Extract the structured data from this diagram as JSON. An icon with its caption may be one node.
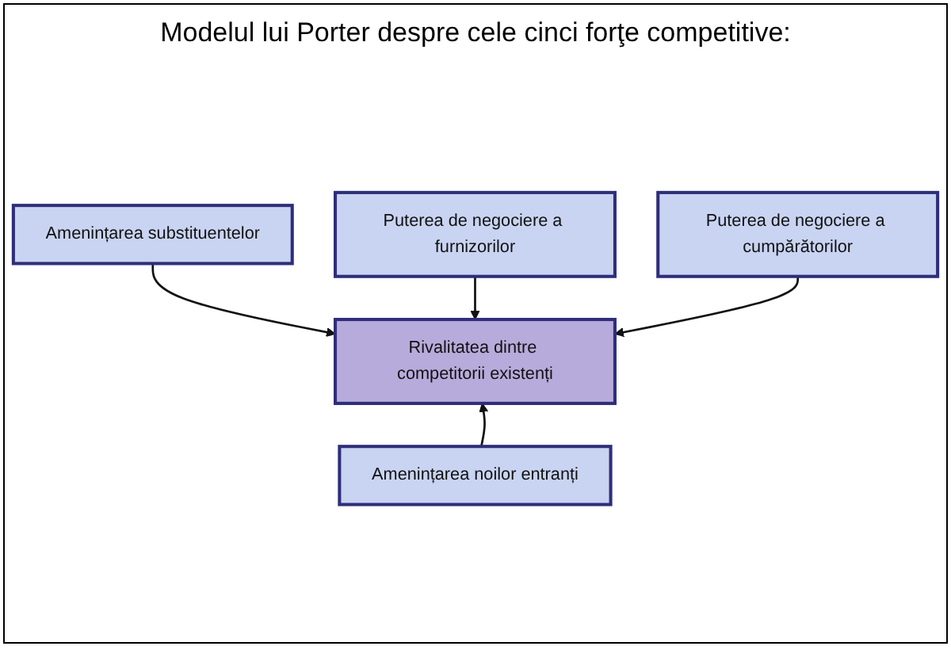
{
  "diagram": {
    "title": "Modelul lui Porter despre cele cinci forţe competitive:",
    "nodes": [
      {
        "text": [
          "Amenințarea substituentelor"
        ]
      },
      {
        "text": [
          "Puterea de negociere a furnizorilor"
        ]
      },
      {
        "text": [
          "Rivalitatea dintre competitorii existenți"
        ]
      },
      {
        "text": [
          "Puterea de negociere a cumpărătorilor"
        ]
      },
      {
        "text": [
          "Amenințarea noilor entranți"
        ]
      }
    ],
    "edges": [
      {
        "from": 0,
        "to": 2,
        "arrow": "to"
      },
      {
        "from": 1,
        "to": 2,
        "arrow": "to"
      },
      {
        "from": 3,
        "to": 2,
        "arrow": "to"
      },
      {
        "from": 4,
        "to": 2,
        "arrow": "to"
      }
    ]
  }
}
